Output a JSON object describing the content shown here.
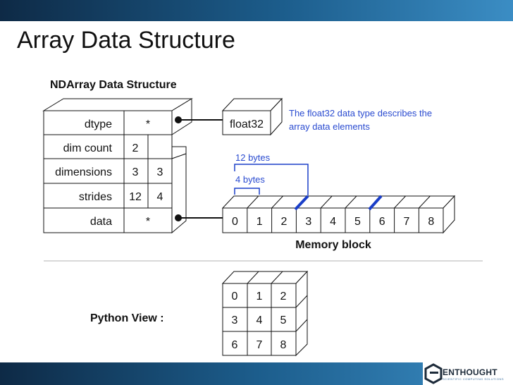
{
  "slide": {
    "title": "Array Data Structure"
  },
  "ndarray": {
    "heading": "NDArray Data Structure",
    "rows": [
      {
        "label": "dtype",
        "values": [
          "*"
        ]
      },
      {
        "label": "dim count",
        "values": [
          "2"
        ]
      },
      {
        "label": "dimensions",
        "values": [
          "3",
          "3"
        ]
      },
      {
        "label": "strides",
        "values": [
          "12",
          "4"
        ]
      },
      {
        "label": "data",
        "values": [
          "*"
        ]
      }
    ]
  },
  "dtype_box": {
    "label": "float32",
    "note_line1": "The float32 data type describes the",
    "note_line2": "array data elements"
  },
  "memory": {
    "cells": [
      "0",
      "1",
      "2",
      "3",
      "4",
      "5",
      "6",
      "7",
      "8"
    ],
    "label": "Memory block",
    "bracket_12": "12 bytes",
    "bracket_4": "4 bytes"
  },
  "python_view": {
    "label": "Python View :",
    "grid": [
      [
        "0",
        "1",
        "2"
      ],
      [
        "3",
        "4",
        "5"
      ],
      [
        "6",
        "7",
        "8"
      ]
    ]
  },
  "logo": {
    "brand": "ENTHOUGHT",
    "tagline": "SCIENTIFIC COMPUTING SOLUTIONS"
  },
  "colors": {
    "accent_blue": "#1a3ec8",
    "text_blue": "#2a4bd0",
    "header_dark": "#0e2a46",
    "header_light": "#3b8dc4"
  }
}
